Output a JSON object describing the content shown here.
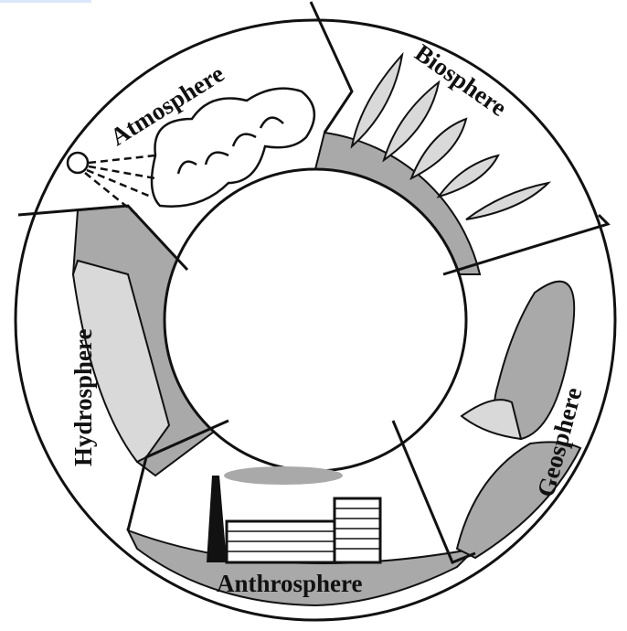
{
  "diagram": {
    "labels": {
      "atmosphere": "Atmosphere",
      "biosphere": "Biosphere",
      "geosphere": "Geosphere",
      "anthrosphere": "Anthrosphere",
      "hydrosphere": "Hydrosphere"
    },
    "colors": {
      "stroke": "#111111",
      "gray": "#a9a9a9",
      "light_gray": "#d9d9d9"
    }
  }
}
